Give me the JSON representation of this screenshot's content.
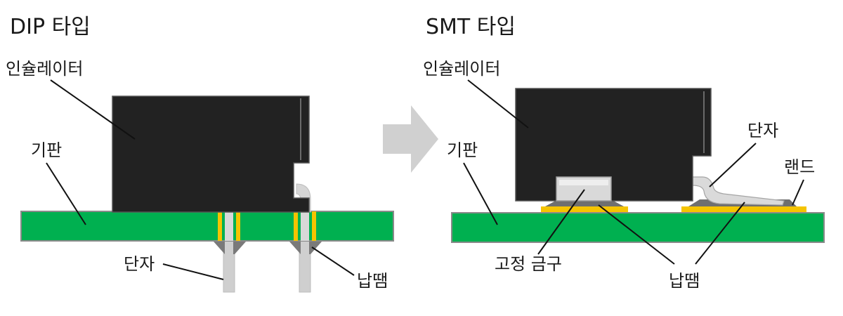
{
  "dip": {
    "title": "DIP 타입",
    "insulator": "인슐레이터",
    "board": "기판",
    "terminal": "단자",
    "solder": "납땜"
  },
  "smt": {
    "title": "SMT 타입",
    "insulator": "인슐레이터",
    "board": "기판",
    "terminal": "단자",
    "land": "랜드",
    "fixing_bracket": "고정 금구",
    "solder": "납땜"
  },
  "colors": {
    "board_green": "#00b050",
    "insulator_black": "#222222",
    "solder_gray": "#777777",
    "pad_yellow": "#f5c400",
    "arrow_gray": "#d0d0d0",
    "pin_gray": "#c8c8c8"
  }
}
